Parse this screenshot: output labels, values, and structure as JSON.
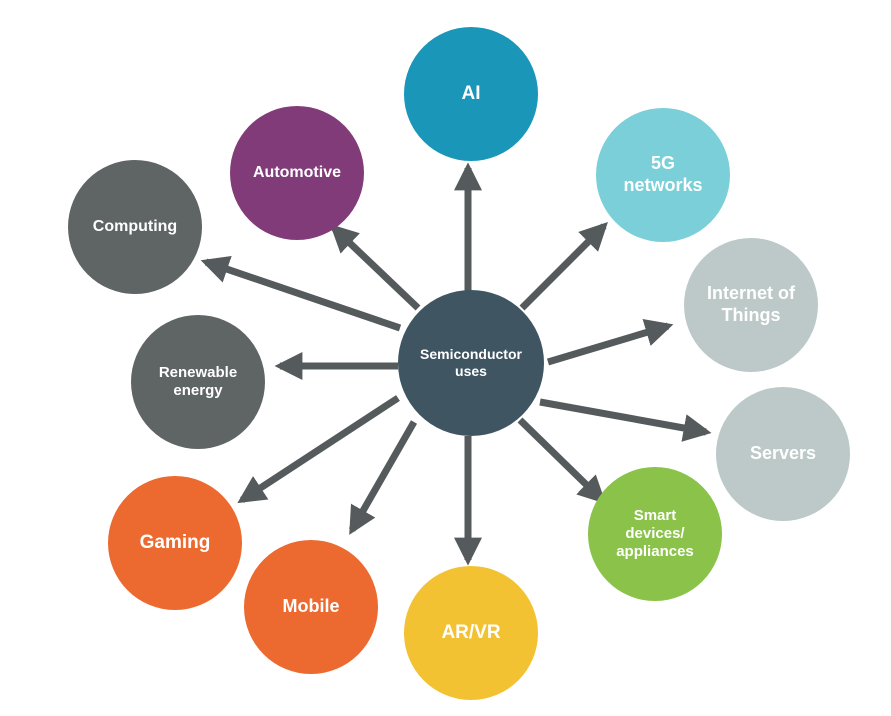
{
  "hub": {
    "label": "Semiconductor\nuses",
    "color": "#3f5562"
  },
  "arrow_color": "#555a5c",
  "nodes": [
    {
      "id": "ai",
      "label": "AI",
      "color": "#1a96b8"
    },
    {
      "id": "5g",
      "label": "5G\nnetworks",
      "color": "#7bcfd8"
    },
    {
      "id": "iot",
      "label": "Internet of\nThings",
      "color": "#bcc9c8"
    },
    {
      "id": "servers",
      "label": "Servers",
      "color": "#bcc9c8"
    },
    {
      "id": "smart",
      "label": "Smart\ndevices/\nappliances",
      "color": "#8ac24a"
    },
    {
      "id": "arvr",
      "label": "AR/VR",
      "color": "#f3c233"
    },
    {
      "id": "mobile",
      "label": "Mobile",
      "color": "#ec6a2f"
    },
    {
      "id": "gaming",
      "label": "Gaming",
      "color": "#ec6a2f"
    },
    {
      "id": "renew",
      "label": "Renewable\nenergy",
      "color": "#5f6465"
    },
    {
      "id": "computing",
      "label": "Computing",
      "color": "#5f6465"
    },
    {
      "id": "auto",
      "label": "Automotive",
      "color": "#823b79"
    }
  ]
}
